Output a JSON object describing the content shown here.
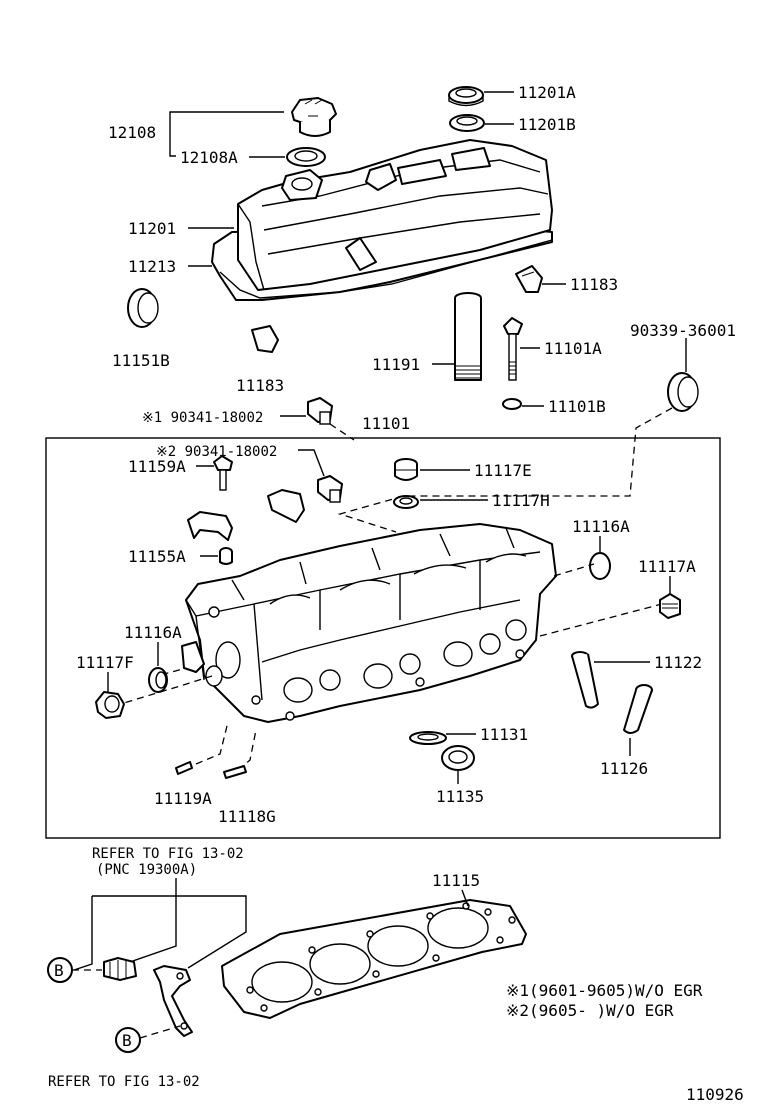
{
  "labels": {
    "p12108": "12108",
    "p12108A": "12108A",
    "p11201A": "11201A",
    "p11201B": "11201B",
    "p11201": "11201",
    "p11213": "11213",
    "p11183_right": "11183",
    "p11151B": "11151B",
    "p11183_left": "11183",
    "p11191": "11191",
    "p11101A": "11101A",
    "p90339": "90339-36001",
    "p11101B": "11101B",
    "p90341_1": "※1 90341-18002",
    "p11101": "11101",
    "p90341_2": "※2 90341-18002",
    "p11159A": "11159A",
    "p11117E": "11117E",
    "p11117H": "11117H",
    "p11116A_right": "11116A",
    "p11155A": "11155A",
    "p11117A": "11117A",
    "p11116A_left": "11116A",
    "p11117F": "11117F",
    "p11122": "11122",
    "p11131": "11131",
    "p11126": "11126",
    "p11135": "11135",
    "p11119A": "11119A",
    "p11118G": "11118G",
    "p11115": "11115"
  },
  "references": {
    "fig1_line1": "REFER TO FIG 13-02",
    "fig1_line2": "(PNC 19300A)",
    "fig2": "REFER TO FIG 13-02",
    "marker_b": "B"
  },
  "notes": {
    "note1": "※1(9601-9605)W/O EGR",
    "note2": "※2(9605-     )W/O EGR"
  },
  "footer": {
    "fig_number": "110926"
  }
}
